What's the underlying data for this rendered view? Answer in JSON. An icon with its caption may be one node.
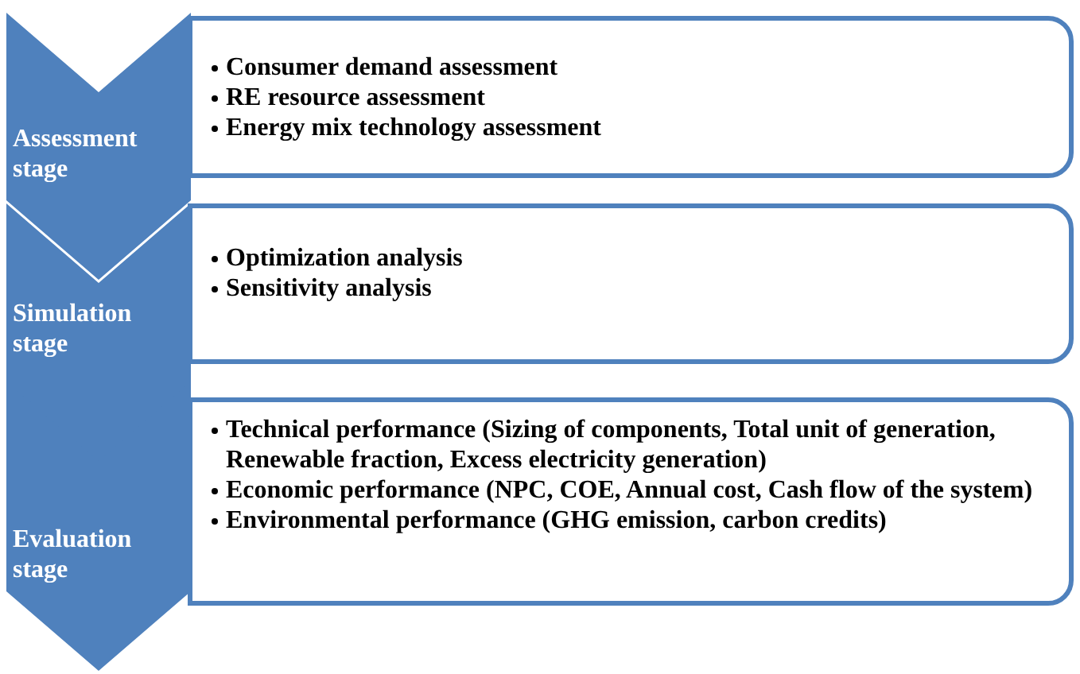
{
  "diagram": {
    "nodes": [
      {
        "text": [
          "Assessment stage"
        ]
      },
      {
        "text": [
          "Consumer demand assessment",
          "RE  resource assessment",
          "Energy mix technology assessment"
        ]
      },
      {
        "text": [
          "Simulation stage"
        ]
      },
      {
        "text": [
          "Optimization analysis",
          "Sensitivity analysis"
        ]
      },
      {
        "text": [
          "Evaluation stage"
        ]
      },
      {
        "text": [
          "Technical performance  (Sizing of components, Total unit of generation, Renewable fraction, Excess electricity generation)",
          "Economic performance (NPC, COE, Annual cost, Cash flow of the system)",
          "Environmental performance (GHG  emission, carbon credits)"
        ]
      }
    ]
  }
}
